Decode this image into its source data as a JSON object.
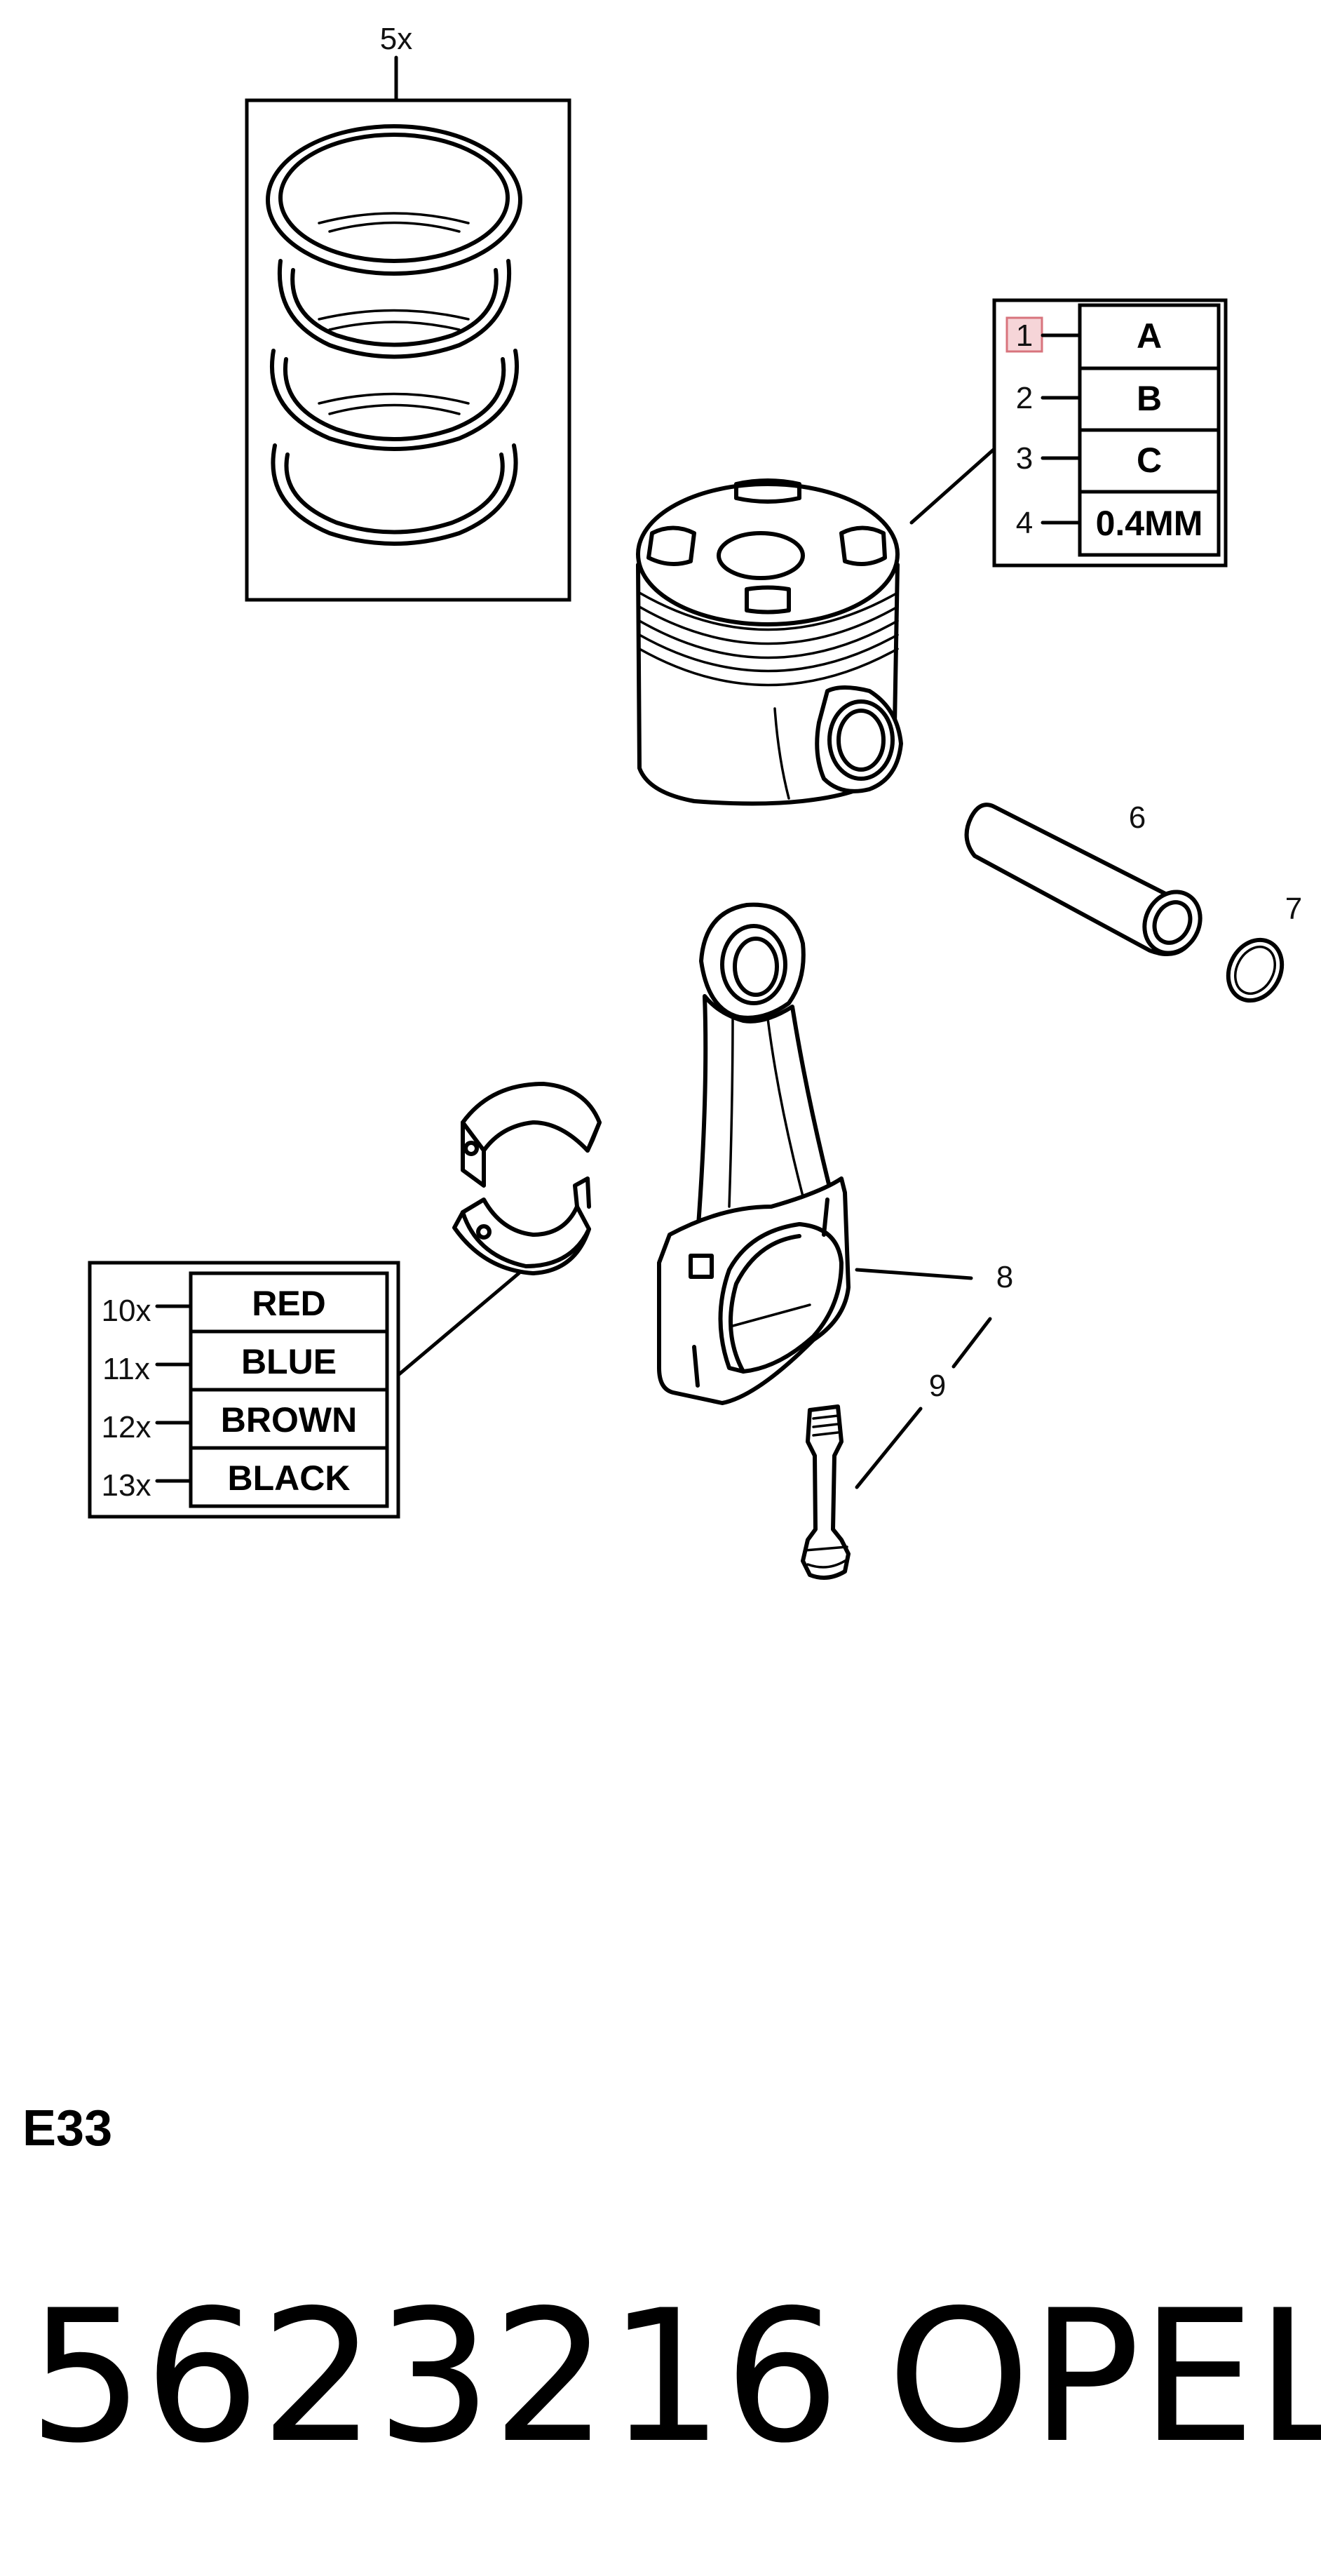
{
  "rings": {
    "qty_label": "5x"
  },
  "piston_table": {
    "rows": [
      {
        "ref": "1",
        "value": "A",
        "highlighted": true
      },
      {
        "ref": "2",
        "value": "B",
        "highlighted": false
      },
      {
        "ref": "3",
        "value": "C",
        "highlighted": false
      },
      {
        "ref": "4",
        "value": "0.4MM",
        "highlighted": false
      }
    ]
  },
  "callouts": {
    "pin": "6",
    "circlip": "7",
    "conrod": "8",
    "bolt": "9"
  },
  "bearing_table": {
    "rows": [
      {
        "ref": "10x",
        "value": "RED"
      },
      {
        "ref": "11x",
        "value": "BLUE"
      },
      {
        "ref": "12x",
        "value": "BROWN"
      },
      {
        "ref": "13x",
        "value": "BLACK"
      }
    ]
  },
  "footer": {
    "code": "E33",
    "part_number": "5623216",
    "brand": "OPEL"
  },
  "colors": {
    "highlight_fill": "#f6d5d8",
    "highlight_stroke": "#d8747d",
    "line": "#000000"
  }
}
